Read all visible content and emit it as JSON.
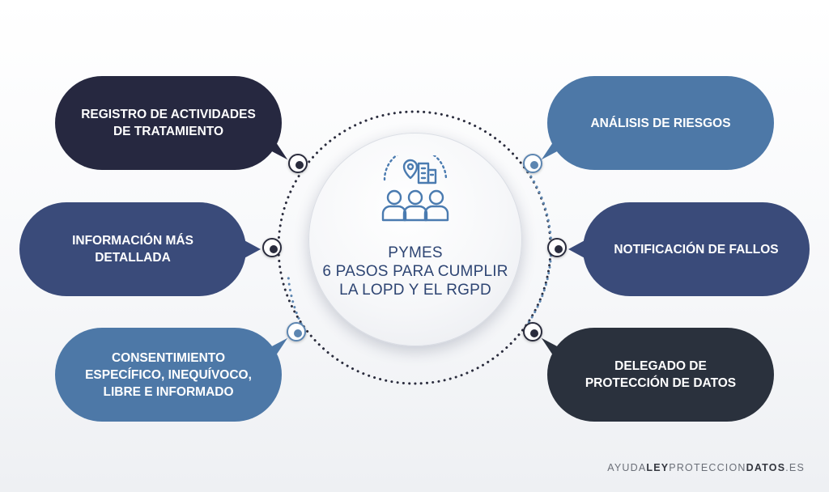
{
  "center": {
    "line1": "PYMES",
    "line2": "6 PASOS PARA CUMPLIR",
    "line3": "LA LOPD Y EL RGPD",
    "icon": "location-buildings-people-icon"
  },
  "steps": [
    {
      "id": "registro",
      "text": "REGISTRO DE ACTIVIDADES\nDE TRATAMIENTO",
      "color": "#262840"
    },
    {
      "id": "informacion",
      "text": "INFORMACIÓN MÁS\nDETALLADA",
      "color": "#3a4b7a"
    },
    {
      "id": "consentimiento",
      "text": "CONSENTIMIENTO\nESPECÍFICO, INEQUÍVOCO,\nLIBRE E INFORMADO",
      "color": "#4d78a7"
    },
    {
      "id": "analisis",
      "text": "ANÁLISIS DE RIESGOS",
      "color": "#4d78a7"
    },
    {
      "id": "notificacion",
      "text": "NOTIFICACIÓN DE FALLOS",
      "color": "#3a4b7a"
    },
    {
      "id": "delegado",
      "text": "DELEGADO DE\nPROTECCIÓN DE DATOS",
      "color": "#2a313d"
    }
  ],
  "watermark": {
    "part1": "AYUDA",
    "part2": "LEY",
    "part3": "PROTECCION",
    "part4": "DATOS",
    "part5": ".ES"
  }
}
